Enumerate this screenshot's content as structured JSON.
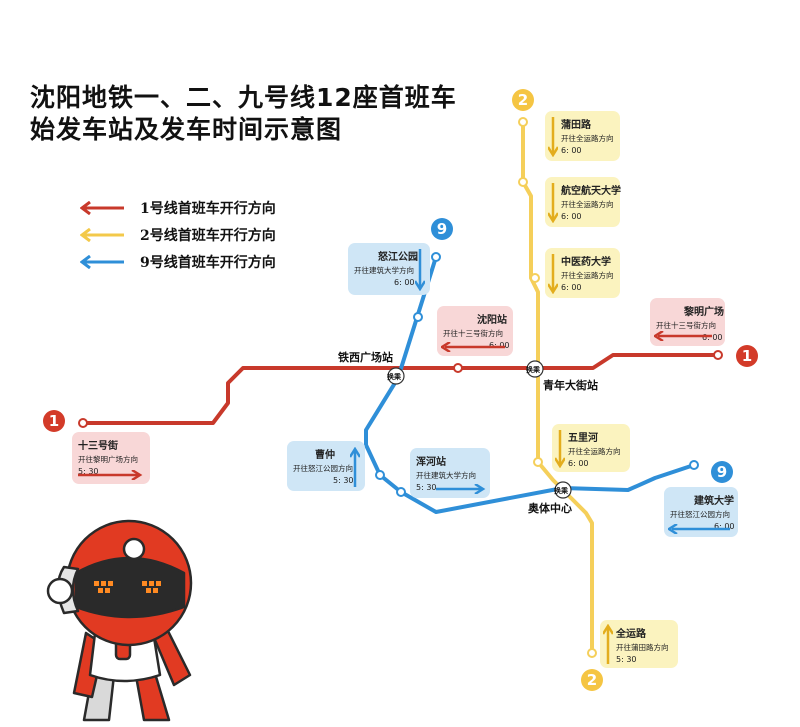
{
  "title": {
    "line1": "沈阳地铁一、二、九号线12座首班车",
    "line2": "始发车站及发车时间示意图"
  },
  "legend": [
    {
      "label": "1号线首班车开行方向",
      "color": "#c8392b"
    },
    {
      "label": "2号线首班车开行方向",
      "color": "#f3c94a"
    },
    {
      "label": "9号线首班车开行方向",
      "color": "#2f8fd8"
    }
  ],
  "line_colors": {
    "line1": "#c8392b",
    "line2": "#f5cf5a",
    "line9": "#2f8fd8"
  },
  "badges": {
    "line1": "1",
    "line2": "2",
    "line9": "9"
  },
  "stations": {
    "tiexi": "铁西广场站",
    "qingnian": "青年大街站",
    "aoti": "奥体中心"
  },
  "transfer_label": "换乘",
  "info_boxes": {
    "shisanhao": {
      "station": "十三号街",
      "direction": "开往黎明广场方向",
      "time": "5: 30"
    },
    "liming": {
      "station": "黎明广场",
      "direction": "开往十三号街方向",
      "time": "6: 00"
    },
    "shenyang": {
      "station": "沈阳站",
      "direction": "开往十三号街方向",
      "time": "6: 00"
    },
    "putian": {
      "station": "蒲田路",
      "direction": "开往全运路方向",
      "time": "6: 00"
    },
    "hangkong": {
      "station": "航空航天大学",
      "direction": "开往全运路方向",
      "time": "6: 00"
    },
    "zhongyiyao": {
      "station": "中医药大学",
      "direction": "开往全运路方向",
      "time": "6: 00"
    },
    "wulihe": {
      "station": "五里河",
      "direction": "开往全运路方向",
      "time": "6: 00"
    },
    "quanyun": {
      "station": "全运路",
      "direction": "开往蒲田路方向",
      "time": "5: 30"
    },
    "nujiang": {
      "station": "怒江公园",
      "direction": "开往建筑大学方向",
      "time": "6: 00"
    },
    "caozhong": {
      "station": "曹仲",
      "direction": "开往怒江公园方向",
      "time": "5: 30"
    },
    "hunhe": {
      "station": "浑河站",
      "direction": "开往建筑大学方向",
      "time": "5: 30"
    },
    "jianzhu": {
      "station": "建筑大学",
      "direction": "开往怒江公园方向",
      "time": "6: 00"
    }
  }
}
